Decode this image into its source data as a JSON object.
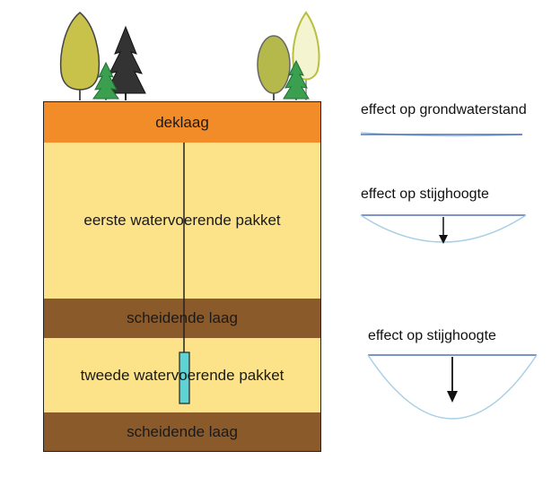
{
  "layers": {
    "deklaag": "deklaag",
    "eerste": "eerste watervoerende pakket",
    "scheidend1": "scheidende laag",
    "tweede": "tweede watervoerende pakket",
    "scheidend2": "scheidende laag"
  },
  "effects": {
    "grondwaterstand": "effect op grondwaterstand",
    "stijghoogte1": "effect op stijghoogte",
    "stijghoogte2": "effect op stijghoogte"
  },
  "colors": {
    "deklaag": "#f28c28",
    "aquifer": "#fce38a",
    "aquitard": "#8a5a2b",
    "filter": "#5fd3d3",
    "water_line": "#3355aa",
    "drawdown_curve": "#a9cfe6"
  },
  "icons": [
    "deciduous-tree-icon",
    "conifer-tree-icon",
    "small-pine-icon",
    "well-pipe-icon",
    "well-filter-icon",
    "drawdown-arrow-icon"
  ]
}
